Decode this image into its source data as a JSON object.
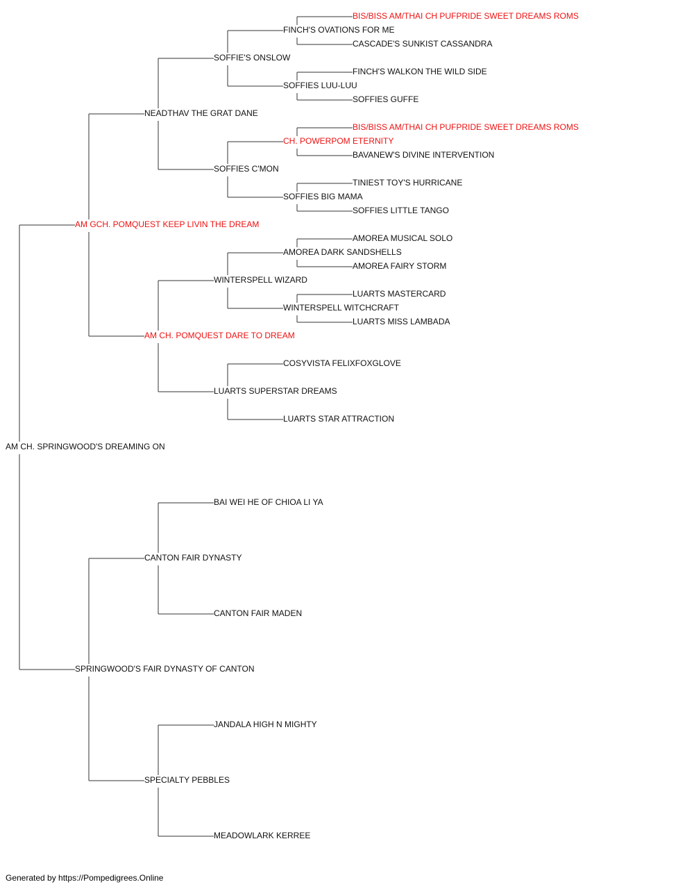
{
  "colors": {
    "champion": "#ee1111",
    "normal": "#111111",
    "connector": "#333333"
  },
  "pedigree": {
    "name": "AM CH. SPRINGWOOD'S DREAMING ON",
    "champion": false,
    "sire": {
      "name": "AM GCH. POMQUEST KEEP LIVIN THE DREAM",
      "champion": true,
      "sire": {
        "name": "NEADTHAV THE GRAT DANE",
        "champion": false,
        "sire": {
          "name": "SOFFIE'S ONSLOW",
          "champion": false,
          "sire": {
            "name": "FINCH'S OVATIONS FOR ME",
            "champion": false,
            "sire": {
              "name": "BIS/BISS AM/THAI CH PUFPRIDE SWEET DREAMS ROMS",
              "champion": true
            },
            "dam": {
              "name": "CASCADE'S SUNKIST CASSANDRA",
              "champion": false
            }
          },
          "dam": {
            "name": "SOFFIES LUU-LUU",
            "champion": false,
            "sire": {
              "name": "FINCH'S WALKON THE WILD SIDE",
              "champion": false
            },
            "dam": {
              "name": "SOFFIES GUFFE",
              "champion": false
            }
          }
        },
        "dam": {
          "name": "SOFFIES C'MON",
          "champion": false,
          "sire": {
            "name": "CH. POWERPOM ETERNITY",
            "champion": true,
            "sire": {
              "name": "BIS/BISS AM/THAI CH PUFPRIDE SWEET DREAMS ROMS",
              "champion": true
            },
            "dam": {
              "name": "BAVANEW'S DIVINE INTERVENTION",
              "champion": false
            }
          },
          "dam": {
            "name": "SOFFIES BIG MAMA",
            "champion": false,
            "sire": {
              "name": "TINIEST TOY'S HURRICANE",
              "champion": false
            },
            "dam": {
              "name": "SOFFIES LITTLE TANGO",
              "champion": false
            }
          }
        }
      },
      "dam": {
        "name": "AM CH. POMQUEST DARE TO DREAM",
        "champion": true,
        "sire": {
          "name": "WINTERSPELL WIZARD",
          "champion": false,
          "sire": {
            "name": "AMOREA DARK SANDSHELLS",
            "champion": false,
            "sire": {
              "name": "AMOREA MUSICAL SOLO",
              "champion": false
            },
            "dam": {
              "name": "AMOREA FAIRY STORM",
              "champion": false
            }
          },
          "dam": {
            "name": "WINTERSPELL WITCHCRAFT",
            "champion": false,
            "sire": {
              "name": "LUARTS MASTERCARD",
              "champion": false
            },
            "dam": {
              "name": "LUARTS MISS LAMBADA",
              "champion": false
            }
          }
        },
        "dam": {
          "name": "LUARTS SUPERSTAR DREAMS",
          "champion": false,
          "sire": {
            "name": "COSYVISTA FELIXFOXGLOVE",
            "champion": false
          },
          "dam": {
            "name": "LUARTS STAR ATTRACTION",
            "champion": false
          }
        }
      }
    },
    "dam": {
      "name": "SPRINGWOOD'S FAIR DYNASTY OF CANTON",
      "champion": false,
      "sire": {
        "name": "CANTON FAIR DYNASTY",
        "champion": false,
        "sire": {
          "name": "BAI WEI HE OF CHIOA LI YA",
          "champion": false
        },
        "dam": {
          "name": "CANTON FAIR MADEN",
          "champion": false
        }
      },
      "dam": {
        "name": "SPECIALTY PEBBLES",
        "champion": false,
        "sire": {
          "name": "JANDALA HIGH N MIGHTY",
          "champion": false
        },
        "dam": {
          "name": "MEADOWLARK KERREE",
          "champion": false
        }
      }
    }
  },
  "footer": {
    "text": "Generated by https://Pompedigrees.Online"
  }
}
